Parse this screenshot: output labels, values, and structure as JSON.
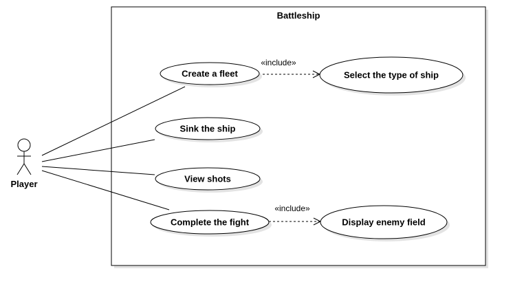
{
  "system": {
    "title": "Battleship"
  },
  "actor": {
    "label": "Player"
  },
  "use_cases": {
    "create_fleet": "Create a fleet",
    "select_type": "Select the type of ship",
    "sink_ship": "Sink the ship",
    "view_shots": "View shots",
    "complete_fight": "Complete the fight",
    "display_enemy": "Display enemy field"
  },
  "relations": {
    "include_1": "«include»",
    "include_2": "«include»"
  }
}
